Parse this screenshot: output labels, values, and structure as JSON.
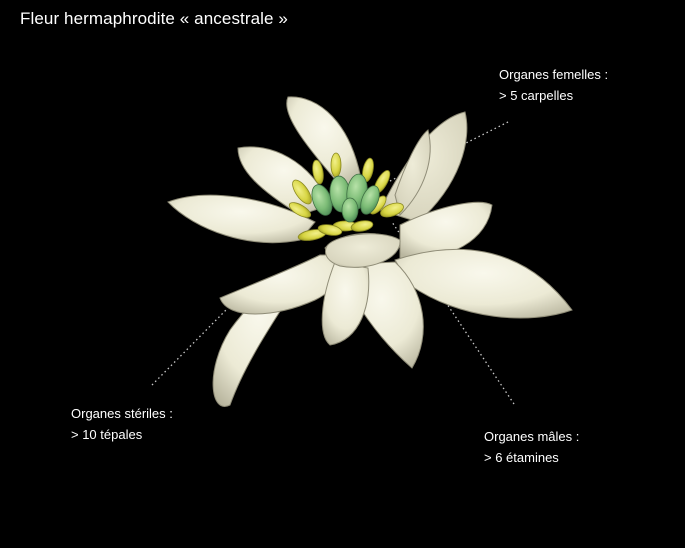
{
  "title": "Fleur hermaphrodite « ancestrale »",
  "labels": {
    "female": {
      "line1": "Organes femelles :",
      "line2": "> 5 carpelles"
    },
    "sterile": {
      "line1": "Organes stériles :",
      "line2": "> 10 tépales"
    },
    "male": {
      "line1": "Organes mâles :",
      "line2": "> 6 étamines"
    }
  },
  "colors": {
    "background": "#000000",
    "tepal": "#efedd9",
    "tepal_shadow": "#bdbaa4",
    "stamen": "#d8d644",
    "carpel": "#79b874",
    "text": "#ffffff",
    "leader_line": "#c9c9c9"
  }
}
